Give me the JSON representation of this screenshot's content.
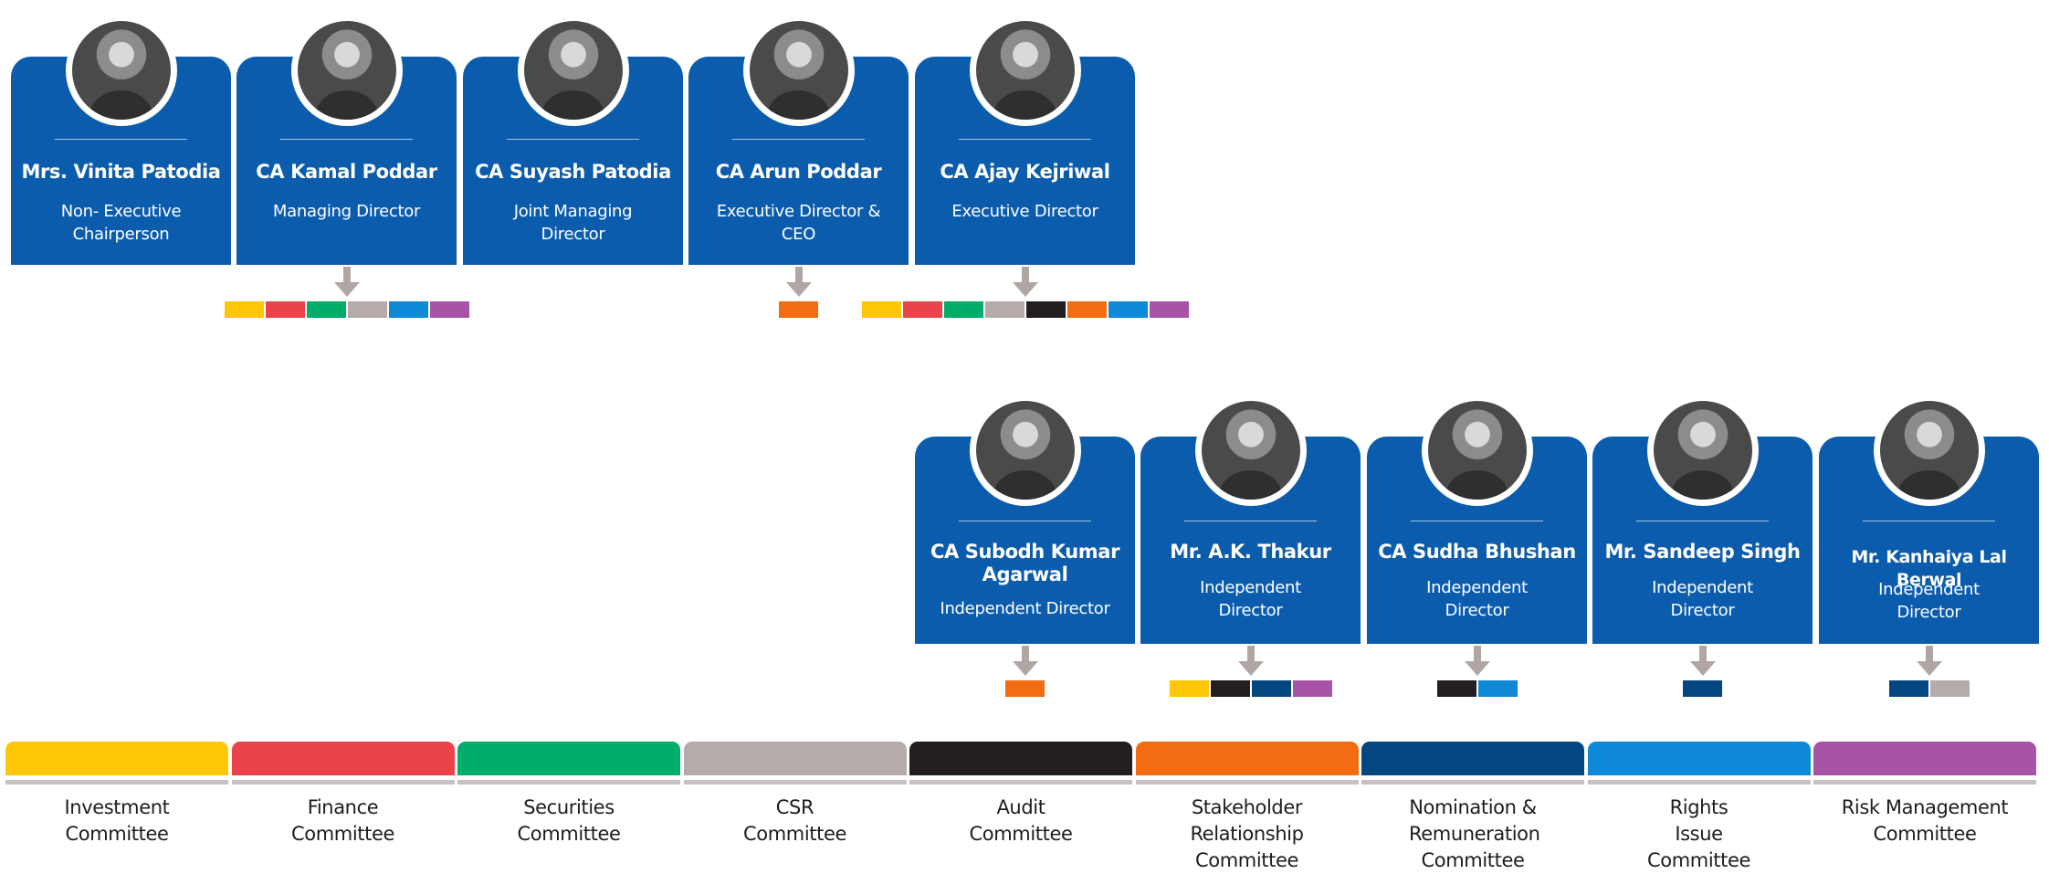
{
  "directors": [
    {
      "name": "Mrs. Vinita Patodia",
      "role": "Non- Executive Chairperson",
      "committees": []
    },
    {
      "name": "CA Kamal Poddar",
      "role": "Managing Director",
      "committees": [
        "investment",
        "finance",
        "securities",
        "csr",
        "rights",
        "risk"
      ]
    },
    {
      "name": "CA Suyash Patodia",
      "role": "Joint Managing Director",
      "committees": []
    },
    {
      "name": "CA Arun Poddar",
      "role": "Executive Director & CEO",
      "committees": [
        "stakeholder"
      ]
    },
    {
      "name": "CA Ajay Kejriwal",
      "role": "Executive Director",
      "committees": [
        "investment",
        "finance",
        "securities",
        "csr",
        "audit",
        "stakeholder",
        "rights",
        "risk"
      ]
    },
    {
      "name": "CA Subodh Kumar Agarwal",
      "role": "Independent Director",
      "committees": [
        "stakeholder"
      ]
    },
    {
      "name": "Mr. A.K. Thakur",
      "role": "Independent Director",
      "committees": [
        "investment",
        "audit",
        "nomination",
        "risk"
      ]
    },
    {
      "name": "CA Sudha Bhushan",
      "role": "Independent Director",
      "committees": [
        "audit",
        "rights"
      ]
    },
    {
      "name": "Mr. Sandeep Singh",
      "role": "Independent Director",
      "committees": [
        "nomination"
      ]
    },
    {
      "name": "Mr. Kanhaiya Lal Berwal",
      "role": "Independent Director",
      "committees": [
        "nomination",
        "csr"
      ]
    }
  ],
  "committees": [
    {
      "key": "investment",
      "label": "Investment Committee",
      "color": "#fdc707"
    },
    {
      "key": "finance",
      "label": "Finance Committee",
      "color": "#ec4249"
    },
    {
      "key": "securities",
      "label": "Securities Committee",
      "color": "#00ad69"
    },
    {
      "key": "csr",
      "label": "CSR Committee",
      "color": "#b5abaa"
    },
    {
      "key": "audit",
      "label": "Audit Committee",
      "color": "#231f20"
    },
    {
      "key": "stakeholder",
      "label": "Stakeholder Relationship Committee",
      "color": "#f36c12"
    },
    {
      "key": "nomination",
      "label": "Nomination & Remuneration Committee",
      "color": "#044780"
    },
    {
      "key": "rights",
      "label": "Rights Issue Committee",
      "color": "#0d89d8"
    },
    {
      "key": "risk",
      "label": "Risk Management Committee",
      "color": "#a754a8"
    }
  ],
  "colors": {
    "card": "#0b5cad",
    "arrow": "#b1a6a4",
    "divider_line": "#c7c1c0"
  }
}
